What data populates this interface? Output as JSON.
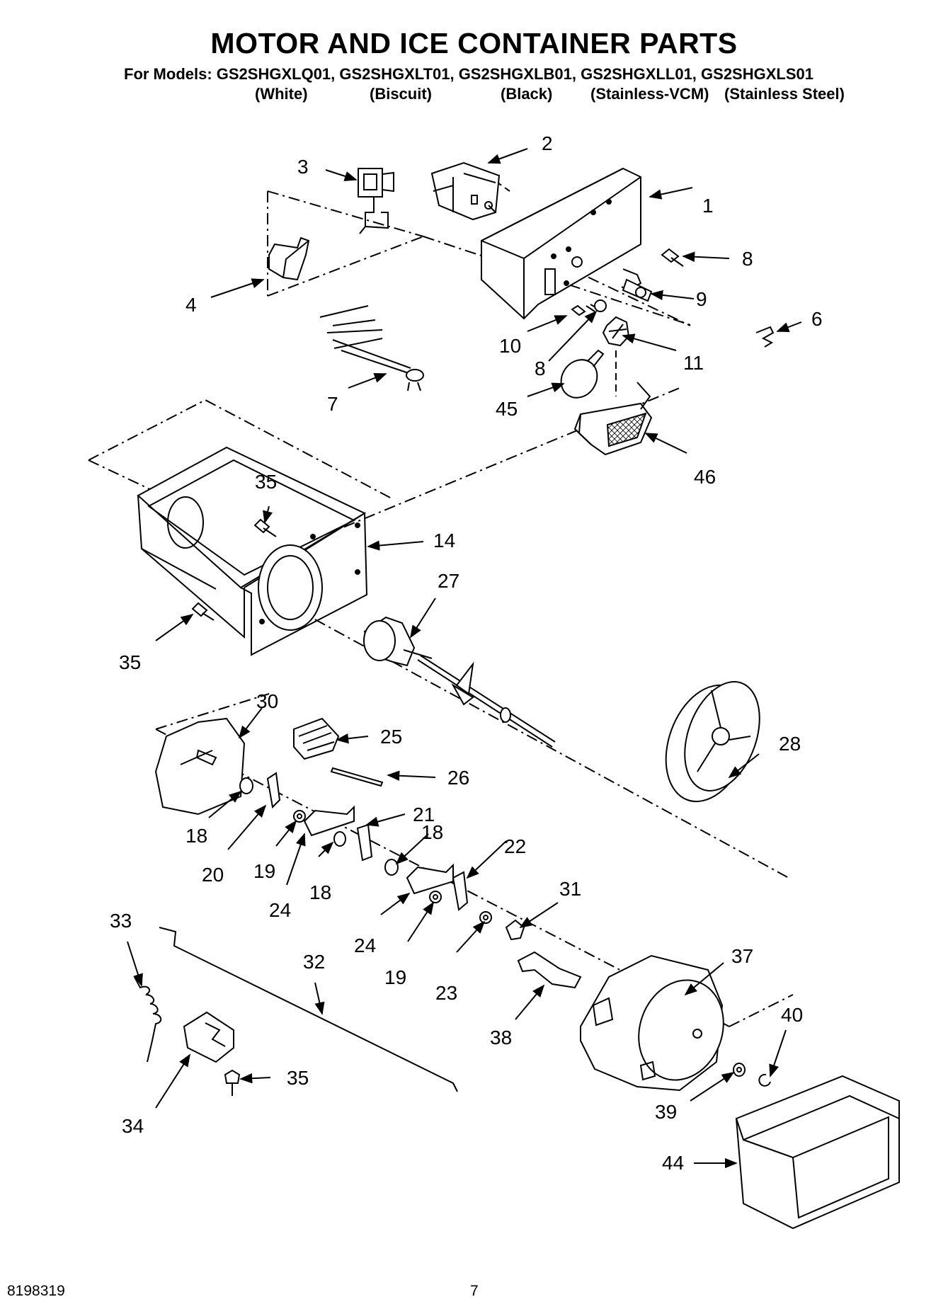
{
  "title": "MOTOR AND ICE CONTAINER PARTS",
  "models_line": "For Models: GS2SHGXLQ01, GS2SHGXLT01, GS2SHGXLB01, GS2SHGXLL01, GS2SHGXLS01",
  "colors": [
    "(White)",
    "(Biscuit)",
    "(Black)",
    "(Stainless-VCM)",
    "(Stainless Steel)"
  ],
  "callouts": {
    "c1": "1",
    "c2": "2",
    "c3": "3",
    "c4": "4",
    "c6": "6",
    "c7": "7",
    "c8a": "8",
    "c8b": "8",
    "c9": "9",
    "c10": "10",
    "c11": "11",
    "c14": "14",
    "c18a": "18",
    "c18b": "18",
    "c18c": "18",
    "c19a": "19",
    "c19b": "19",
    "c20": "20",
    "c21": "21",
    "c22": "22",
    "c23": "23",
    "c24a": "24",
    "c24b": "24",
    "c25": "25",
    "c26": "26",
    "c27": "27",
    "c28": "28",
    "c30": "30",
    "c31": "31",
    "c32": "32",
    "c33": "33",
    "c34": "34",
    "c35a": "35",
    "c35b": "35",
    "c35c": "35",
    "c37": "37",
    "c38": "38",
    "c39": "39",
    "c40": "40",
    "c44": "44",
    "c45": "45",
    "c46": "46"
  },
  "footer": {
    "doc_number": "8198319",
    "page_number": "7"
  }
}
